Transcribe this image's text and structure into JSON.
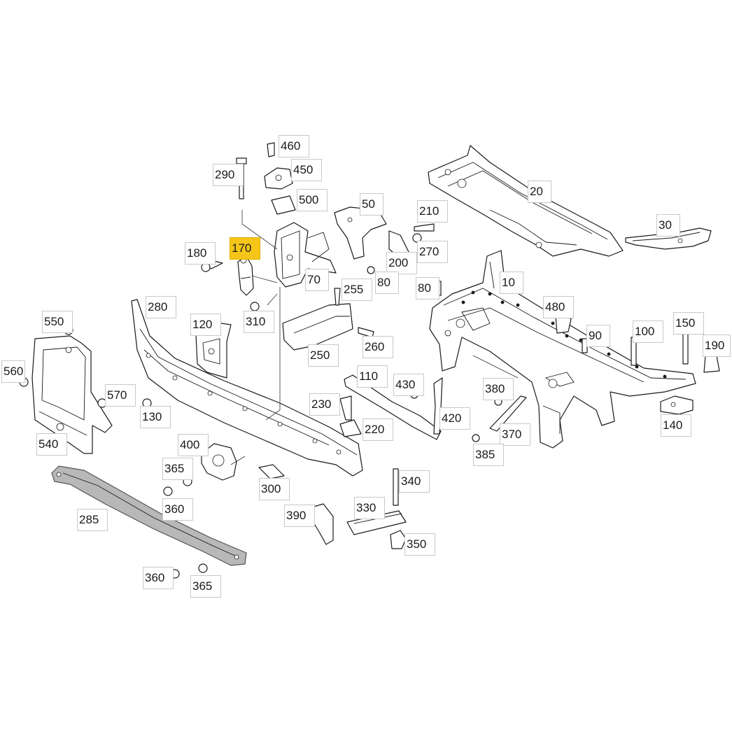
{
  "highlight_color": "#f5c518",
  "parts": [
    {
      "id": "p10",
      "label": "10"
    },
    {
      "id": "p20",
      "label": "20"
    },
    {
      "id": "p30",
      "label": "30"
    },
    {
      "id": "p50",
      "label": "50"
    },
    {
      "id": "p70",
      "label": "70"
    },
    {
      "id": "p80a",
      "label": "80"
    },
    {
      "id": "p80b",
      "label": "80"
    },
    {
      "id": "p90",
      "label": "90"
    },
    {
      "id": "p100",
      "label": "100"
    },
    {
      "id": "p110",
      "label": "110"
    },
    {
      "id": "p120",
      "label": "120"
    },
    {
      "id": "p130",
      "label": "130"
    },
    {
      "id": "p140",
      "label": "140"
    },
    {
      "id": "p150",
      "label": "150"
    },
    {
      "id": "p170",
      "label": "170",
      "highlighted": true
    },
    {
      "id": "p180",
      "label": "180"
    },
    {
      "id": "p190",
      "label": "190"
    },
    {
      "id": "p200",
      "label": "200"
    },
    {
      "id": "p210",
      "label": "210"
    },
    {
      "id": "p220",
      "label": "220"
    },
    {
      "id": "p230",
      "label": "230"
    },
    {
      "id": "p250",
      "label": "250"
    },
    {
      "id": "p255",
      "label": "255"
    },
    {
      "id": "p260",
      "label": "260"
    },
    {
      "id": "p270",
      "label": "270"
    },
    {
      "id": "p280",
      "label": "280"
    },
    {
      "id": "p285",
      "label": "285"
    },
    {
      "id": "p290",
      "label": "290"
    },
    {
      "id": "p300",
      "label": "300"
    },
    {
      "id": "p310",
      "label": "310"
    },
    {
      "id": "p330",
      "label": "330"
    },
    {
      "id": "p340",
      "label": "340"
    },
    {
      "id": "p350",
      "label": "350"
    },
    {
      "id": "p360a",
      "label": "360"
    },
    {
      "id": "p360b",
      "label": "360"
    },
    {
      "id": "p365a",
      "label": "365"
    },
    {
      "id": "p365b",
      "label": "365"
    },
    {
      "id": "p370",
      "label": "370"
    },
    {
      "id": "p380",
      "label": "380"
    },
    {
      "id": "p385",
      "label": "385"
    },
    {
      "id": "p390",
      "label": "390"
    },
    {
      "id": "p400",
      "label": "400"
    },
    {
      "id": "p420",
      "label": "420"
    },
    {
      "id": "p430",
      "label": "430"
    },
    {
      "id": "p450",
      "label": "450"
    },
    {
      "id": "p460",
      "label": "460"
    },
    {
      "id": "p480",
      "label": "480"
    },
    {
      "id": "p500",
      "label": "500"
    },
    {
      "id": "p540",
      "label": "540"
    },
    {
      "id": "p550",
      "label": "550"
    },
    {
      "id": "p560",
      "label": "560"
    },
    {
      "id": "p570",
      "label": "570"
    }
  ]
}
